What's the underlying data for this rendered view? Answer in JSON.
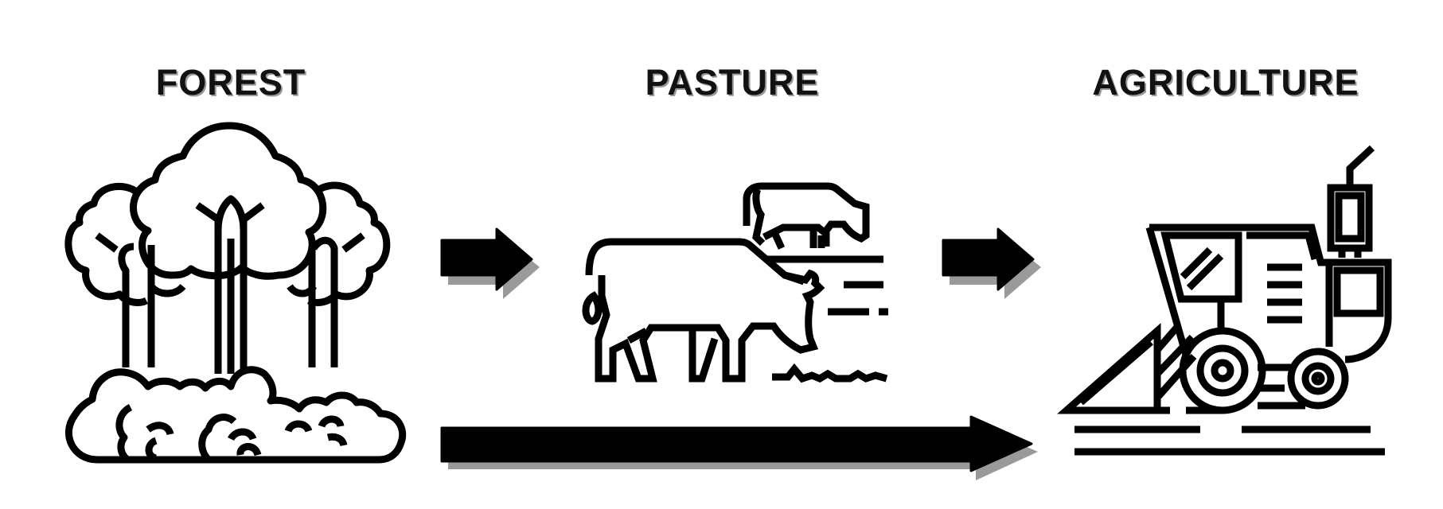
{
  "stages": [
    {
      "label": "FOREST",
      "icon": "forest-icon"
    },
    {
      "label": "PASTURE",
      "icon": "grazing-cows-icon"
    },
    {
      "label": "AGRICULTURE",
      "icon": "combine-harvester-icon"
    }
  ],
  "arrows": [
    {
      "from": "FOREST",
      "to": "PASTURE"
    },
    {
      "from": "PASTURE",
      "to": "AGRICULTURE"
    },
    {
      "from": "FOREST",
      "to": "AGRICULTURE"
    }
  ],
  "colors": {
    "ink": "#000000",
    "shadow": "#9a9a9a",
    "background": "#ffffff"
  }
}
